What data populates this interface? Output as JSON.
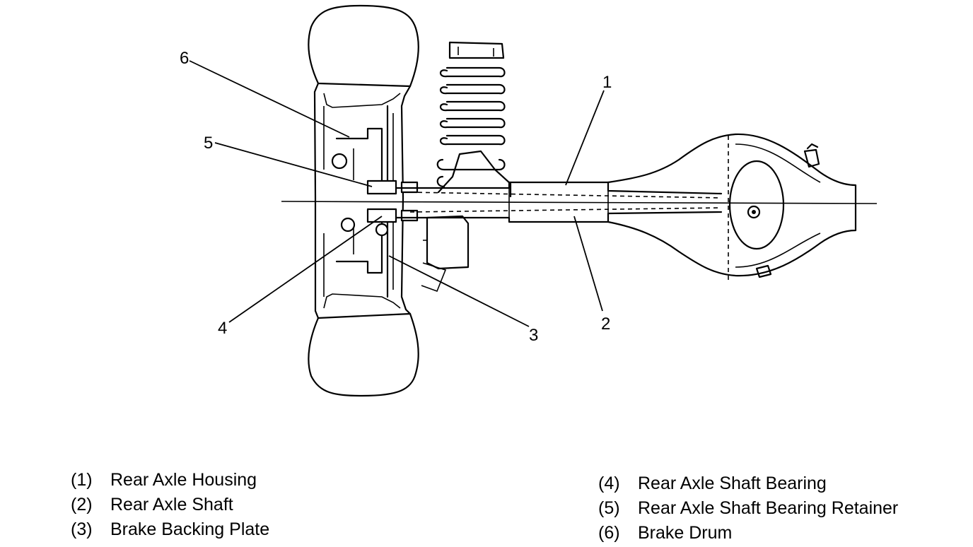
{
  "callouts": {
    "c1": "1",
    "c2": "2",
    "c3": "3",
    "c4": "4",
    "c5": "5",
    "c6": "6"
  },
  "legend": {
    "left": [
      {
        "num": "(1)",
        "label": "Rear Axle Housing"
      },
      {
        "num": "(2)",
        "label": "Rear Axle Shaft"
      },
      {
        "num": "(3)",
        "label": "Brake Backing Plate"
      }
    ],
    "right": [
      {
        "num": "(4)",
        "label": "Rear Axle Shaft Bearing"
      },
      {
        "num": "(5)",
        "label": "Rear Axle Shaft Bearing Retainer"
      },
      {
        "num": "(6)",
        "label": "Brake Drum"
      }
    ]
  }
}
